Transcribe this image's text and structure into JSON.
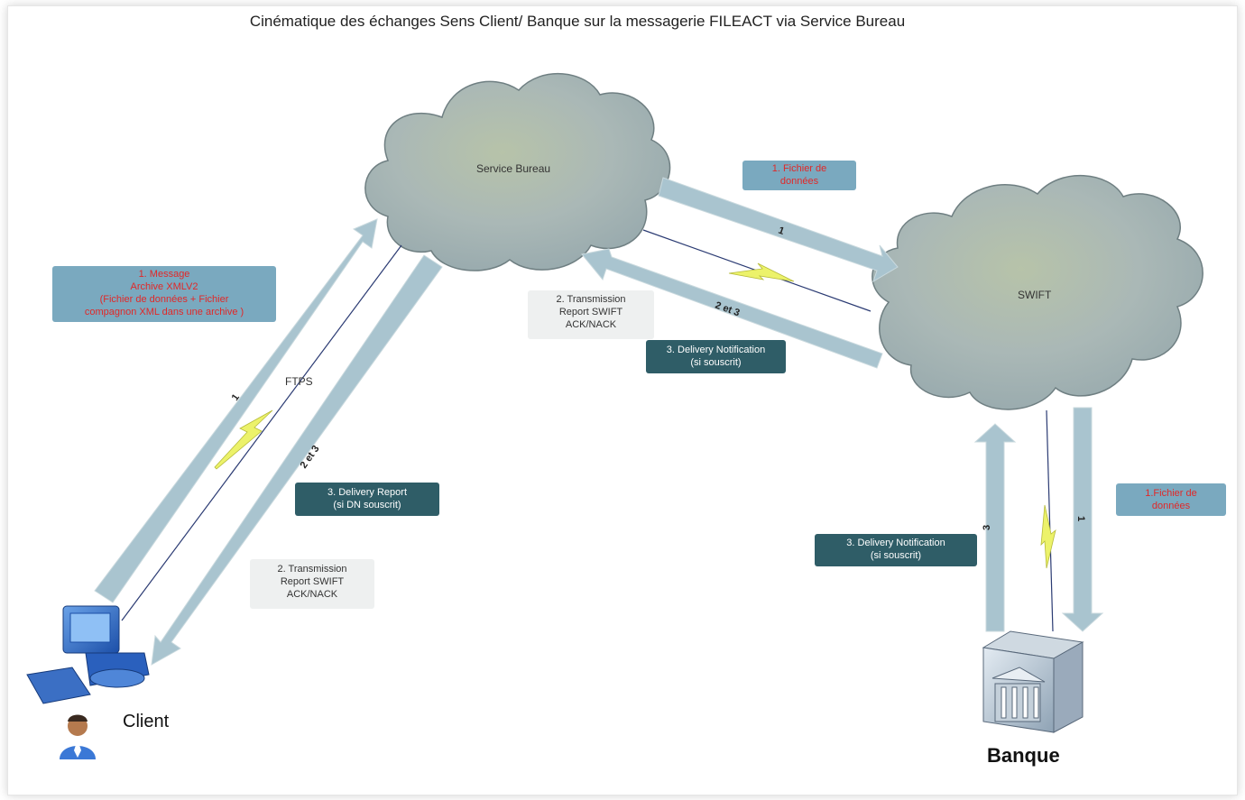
{
  "title": "Cinématique des échanges Sens Client/ Banque sur la messagerie FILEACT via Service Bureau",
  "nodes": {
    "service_bureau": "Service Bureau",
    "swift": "SWIFT",
    "client": "Client",
    "banque": "Banque"
  },
  "labels": {
    "ftps": "FTPS"
  },
  "arrow_numbers": {
    "sb_to_swift": "1",
    "swift_to_sb": "2 et 3",
    "client_to_sb": "1",
    "sb_to_client": "2 et 3",
    "swift_to_banque": "1",
    "banque_to_swift": "3"
  },
  "boxes": {
    "message_archive": [
      "1. Message",
      "Archive XMLV2",
      "(Fichier de données + Fichier",
      "compagnon XML dans une archive )"
    ],
    "fichier_donnees_top": [
      "1. Fichier de",
      "données"
    ],
    "transmission_report_top": [
      "2. Transmission",
      "Report SWIFT",
      "ACK/NACK"
    ],
    "delivery_notification_top": [
      "3. Delivery Notification",
      "(si souscrit)"
    ],
    "delivery_report": [
      "3. Delivery Report",
      "(si DN souscrit)"
    ],
    "transmission_report_bottom": [
      "2. Transmission",
      "Report SWIFT",
      "ACK/NACK"
    ],
    "delivery_notification_bottom": [
      "3. Delivery Notification",
      "(si souscrit)"
    ],
    "fichier_donnees_right": [
      "1.Fichier de",
      "données"
    ]
  },
  "colors": {
    "arrow": "#a9c4cf",
    "teal_box": "#7aa9bf",
    "dark_box": "#2f5d67",
    "light_box": "#eef0f0",
    "red_text": "#e12828",
    "cloud": "#a8b7b9",
    "lightning": "#ecf26a"
  }
}
